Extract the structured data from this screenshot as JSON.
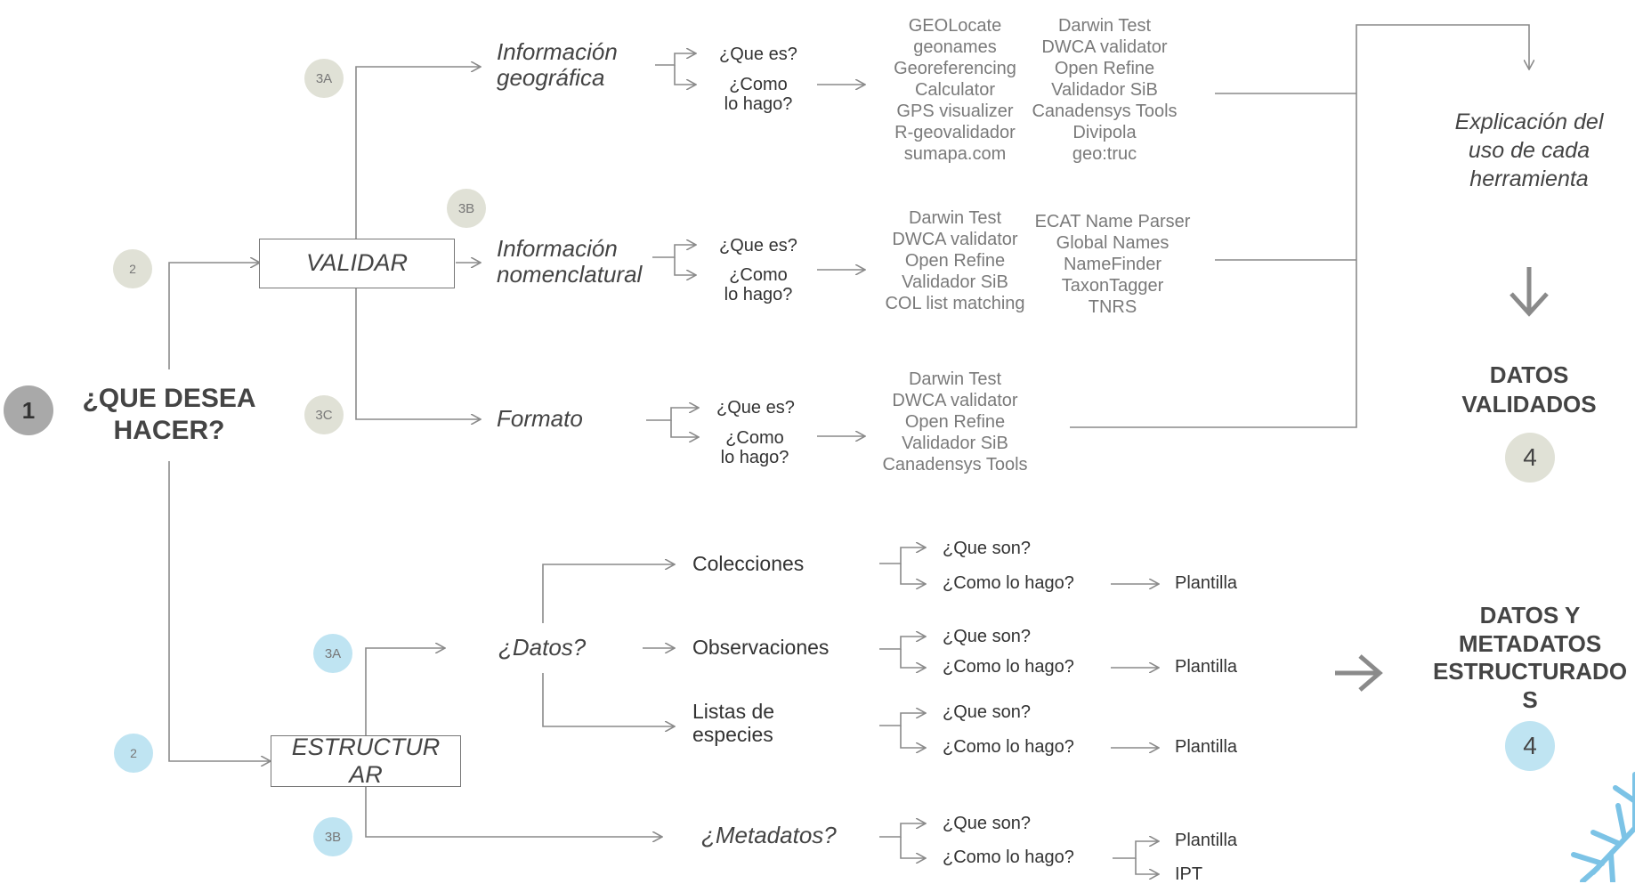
{
  "colors": {
    "line": "#8a8a8a",
    "badge_validar": "#e0e1d6",
    "badge_estructurar": "#bfe4f2",
    "badge_main": "#a9a9a9",
    "snowflake": "#7cc3e6"
  },
  "main": {
    "badge": "1",
    "title_line1": "¿QUE DESEA",
    "title_line2": "HACER?"
  },
  "validar": {
    "badge": "2",
    "label": "VALIDAR",
    "branches": [
      {
        "badge": "3A",
        "label_line1": "Información",
        "label_line2": "geográfica",
        "q1": "¿Que es?",
        "q2_line1": "¿Como",
        "q2_line2": "lo hago?",
        "tools_col1": [
          "GEOLocate",
          "geonames",
          "Georeferencing",
          "Calculator",
          "GPS visualizer",
          "R-geovalidador",
          "sumapa.com"
        ],
        "tools_col2": [
          "Darwin Test",
          "DWCA validator",
          "Open Refine",
          "Validador SiB",
          "Canadensys Tools",
          "Divipola",
          "geo:truc"
        ]
      },
      {
        "badge": "3B",
        "label_line1": "Información",
        "label_line2": "nomenclatural",
        "q1": "¿Que es?",
        "q2_line1": "¿Como",
        "q2_line2": "lo hago?",
        "tools_col1": [
          "Darwin Test",
          "DWCA validator",
          "Open Refine",
          "Validador SiB",
          "COL list matching"
        ],
        "tools_col2": [
          "ECAT Name Parser",
          "Global Names",
          "NameFinder",
          "TaxonTagger",
          "TNRS"
        ]
      },
      {
        "badge": "3C",
        "label": "Formato",
        "q1": "¿Que es?",
        "q2_line1": "¿Como",
        "q2_line2": "lo hago?",
        "tools_col1": [
          "Darwin Test",
          "DWCA validator",
          "Open Refine",
          "Validador SiB",
          "Canadensys Tools"
        ]
      }
    ],
    "explanation_line1": "Explicación del",
    "explanation_line2": "uso de cada",
    "explanation_line3": "herramienta",
    "result_line1": "DATOS",
    "result_line2": "VALIDADOS",
    "result_badge": "4"
  },
  "estructurar": {
    "badge": "2",
    "label_line1": "ESTRUCTUR",
    "label_line2": "AR",
    "datos": {
      "badge": "3A",
      "label": "¿Datos?",
      "items": [
        {
          "label_line1": "Colecciones",
          "label_line2": "",
          "q1": "¿Que son?",
          "q2": "¿Como lo hago?",
          "result": "Plantilla"
        },
        {
          "label_line1": "Observaciones",
          "label_line2": "",
          "q1": "¿Que son?",
          "q2": "¿Como lo hago?",
          "result": "Plantilla"
        },
        {
          "label_line1": "Listas de",
          "label_line2": "especies",
          "q1": "¿Que son?",
          "q2": "¿Como lo hago?",
          "result": "Plantilla"
        }
      ]
    },
    "metadatos": {
      "badge": "3B",
      "label": "¿Metadatos?",
      "q1": "¿Que son?",
      "q2": "¿Como lo hago?",
      "result1": "Plantilla",
      "result2": "IPT"
    },
    "result_line1": "DATOS  Y",
    "result_line2": "METADATOS",
    "result_line3": "ESTRUCTURADO",
    "result_line4": "S",
    "result_badge": "4"
  }
}
